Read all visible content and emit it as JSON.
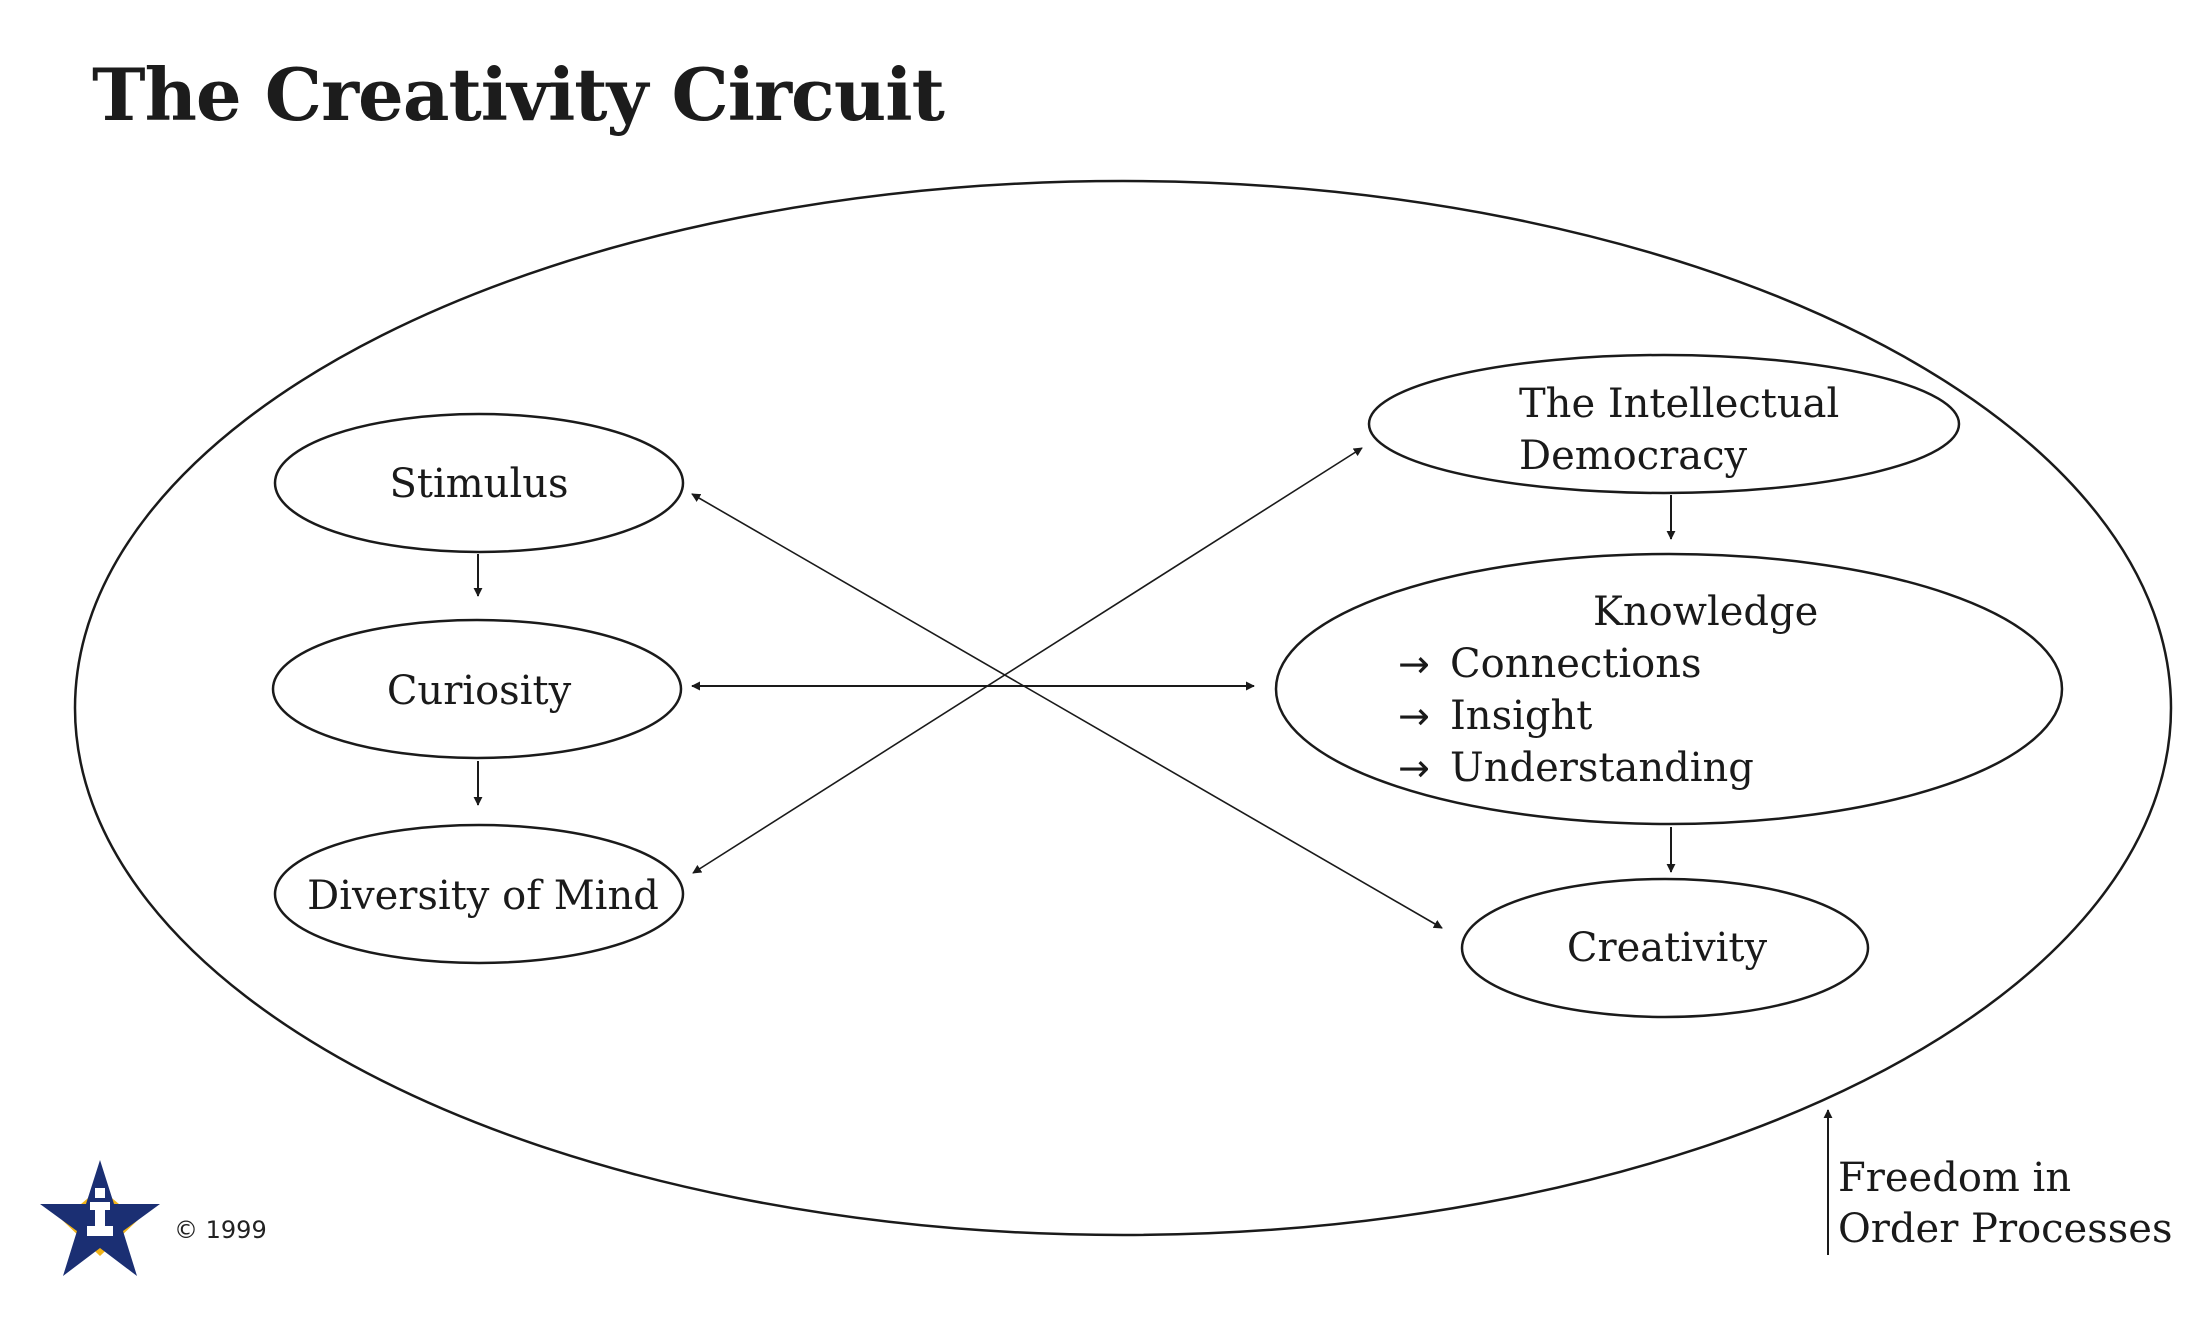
{
  "title": "The Creativity Circuit",
  "nodes": {
    "stimulus": "Stimulus",
    "curiosity": "Curiosity",
    "diversity_of_mind": "Diversity of Mind",
    "intellectual_democracy": [
      "The Intellectual",
      "Democracy"
    ],
    "knowledge": {
      "heading": "Knowledge",
      "items": [
        "Connections",
        "Insight",
        "Understanding"
      ],
      "item_marker": "→"
    },
    "creativity": "Creativity"
  },
  "outer_label": [
    "Freedom in",
    "Order Processes"
  ],
  "copyright": "© 1999",
  "colors": {
    "stroke": "#1a1a1a",
    "logo_star": "#1b2f73",
    "logo_accent": "#f2b418"
  },
  "icons": {
    "logo": "star-logo-icon"
  }
}
